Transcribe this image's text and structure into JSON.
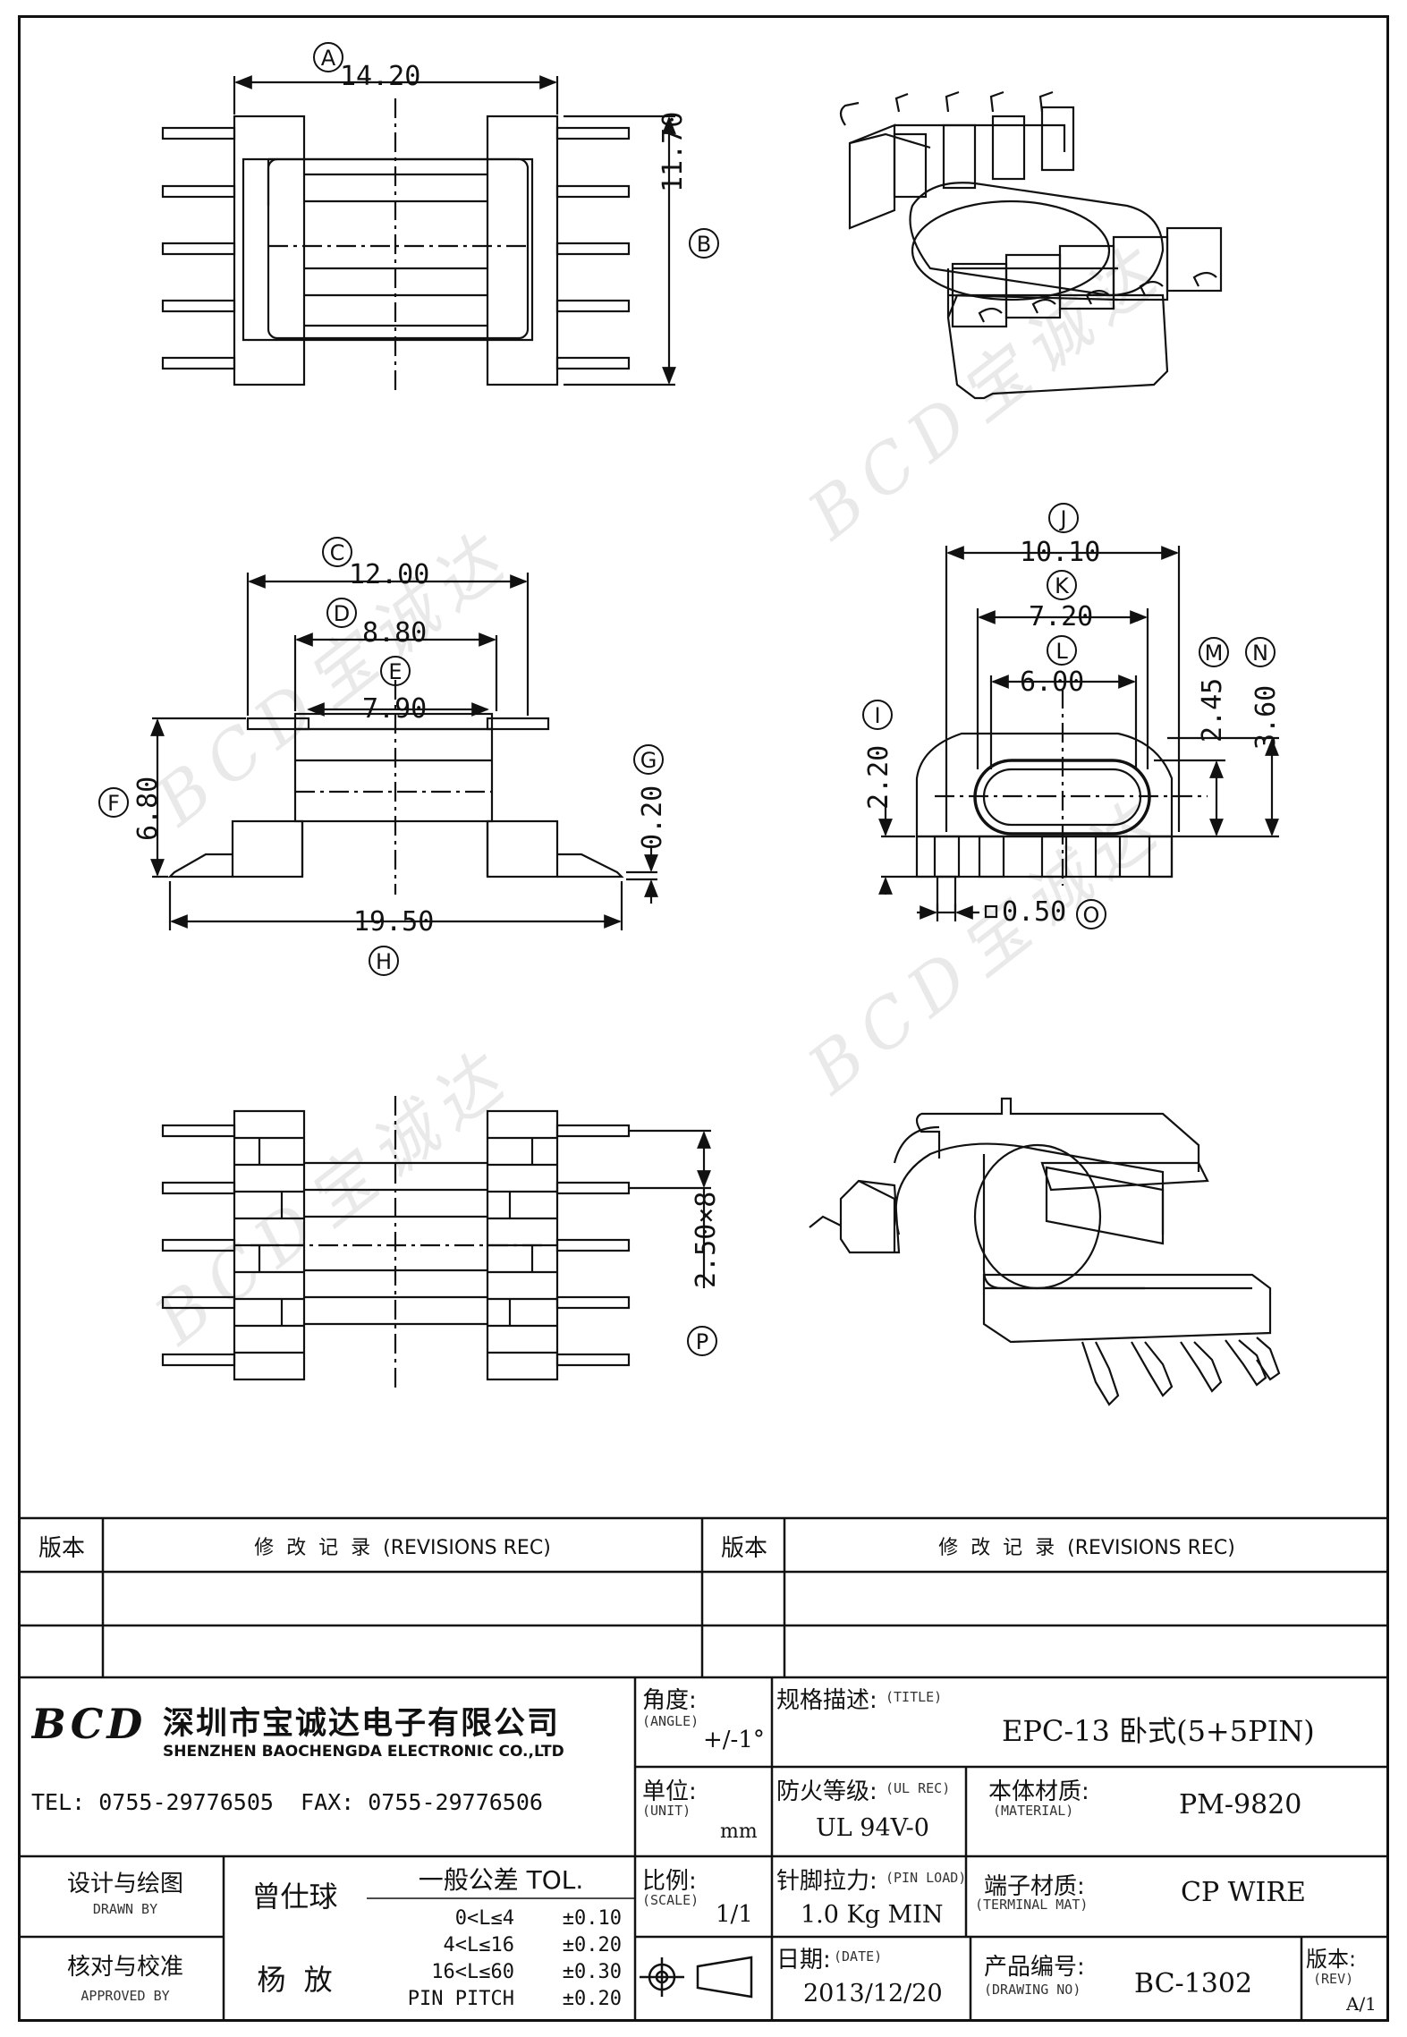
{
  "watermark": {
    "text": "BCD宝诚达"
  },
  "dimensions": {
    "A": {
      "label": "A",
      "value": "14.20"
    },
    "B": {
      "label": "B",
      "value": "11.70"
    },
    "C": {
      "label": "C",
      "value": "12.00"
    },
    "D": {
      "label": "D",
      "value": "8.80"
    },
    "E": {
      "label": "E",
      "value": "7.90"
    },
    "F": {
      "label": "F",
      "value": "6.80"
    },
    "G": {
      "label": "G",
      "value": "0.20"
    },
    "H": {
      "label": "H",
      "value": "19.50"
    },
    "I": {
      "label": "I",
      "value": "2.20"
    },
    "J": {
      "label": "J",
      "value": "10.10"
    },
    "K": {
      "label": "K",
      "value": "7.20"
    },
    "L": {
      "label": "L",
      "value": "6.00"
    },
    "M": {
      "label": "M",
      "value": "2.45"
    },
    "N": {
      "label": "N",
      "value": "3.60"
    },
    "O": {
      "label": "O",
      "value": "0.50"
    },
    "P": {
      "label": "P",
      "value": "2.50×8"
    }
  },
  "revisions": {
    "left_header_version": "版本",
    "left_header_record": "修  改  记  录  (REVISIONS REC)",
    "right_header_version": "版本",
    "right_header_record": "修  改  记  录  (REVISIONS REC)"
  },
  "company": {
    "logo": "BCD",
    "name_cn": "深圳市宝诚达电子有限公司",
    "name_en": "SHENZHEN BAOCHENGDA ELECTRONIC CO.,LTD",
    "contact": "TEL: 0755-29776505  FAX: 0755-29776506"
  },
  "title_block": {
    "angle_label_cn": "角度:",
    "angle_label_en": "(ANGLE)",
    "angle_value": "+/-1°",
    "title_label_cn": "规格描述:",
    "title_label_en": "(TITLE)",
    "title_value": "EPC-13 卧式(5+5PIN)",
    "unit_label_cn": "单位:",
    "unit_label_en": "(UNIT)",
    "unit_value": "mm",
    "ul_label_cn": "防火等级:",
    "ul_label_en": "(UL REC)",
    "ul_value": "UL 94V-0",
    "material_label_cn": "本体材质:",
    "material_label_en": "(MATERIAL)",
    "material_value": "PM-9820",
    "drawn_label_cn": "设计与绘图",
    "drawn_label_en": "DRAWN BY",
    "drawn_value": "曾仕球",
    "tol_title": "一般公差 TOL.",
    "tol_rows": [
      {
        "range": "0<L≤4",
        "value": "±0.10"
      },
      {
        "range": "4<L≤16",
        "value": "±0.20"
      },
      {
        "range": "16<L≤60",
        "value": "±0.30"
      },
      {
        "range": "PIN PITCH",
        "value": "±0.20"
      }
    ],
    "scale_label_cn": "比例:",
    "scale_label_en": "(SCALE)",
    "scale_value": "1/1",
    "pinload_label_cn": "针脚拉力:",
    "pinload_label_en": "(PIN LOAD)",
    "pinload_value": "1.0 Kg MIN",
    "terminal_label_cn": "端子材质:",
    "terminal_label_en": "(TERMINAL MAT)",
    "terminal_value": "CP WIRE",
    "approved_label_cn": "核对与校准",
    "approved_label_en": "APPROVED BY",
    "approved_value": "杨  放",
    "date_label_cn": "日期:",
    "date_label_en": "(DATE)",
    "date_value": "2013/12/20",
    "drawing_label_cn": "产品编号:",
    "drawing_label_en": "(DRAWING NO)",
    "drawing_value": "BC-1302",
    "rev_label_cn": "版本:",
    "rev_label_en": "(REV)",
    "rev_value": "A/1"
  }
}
